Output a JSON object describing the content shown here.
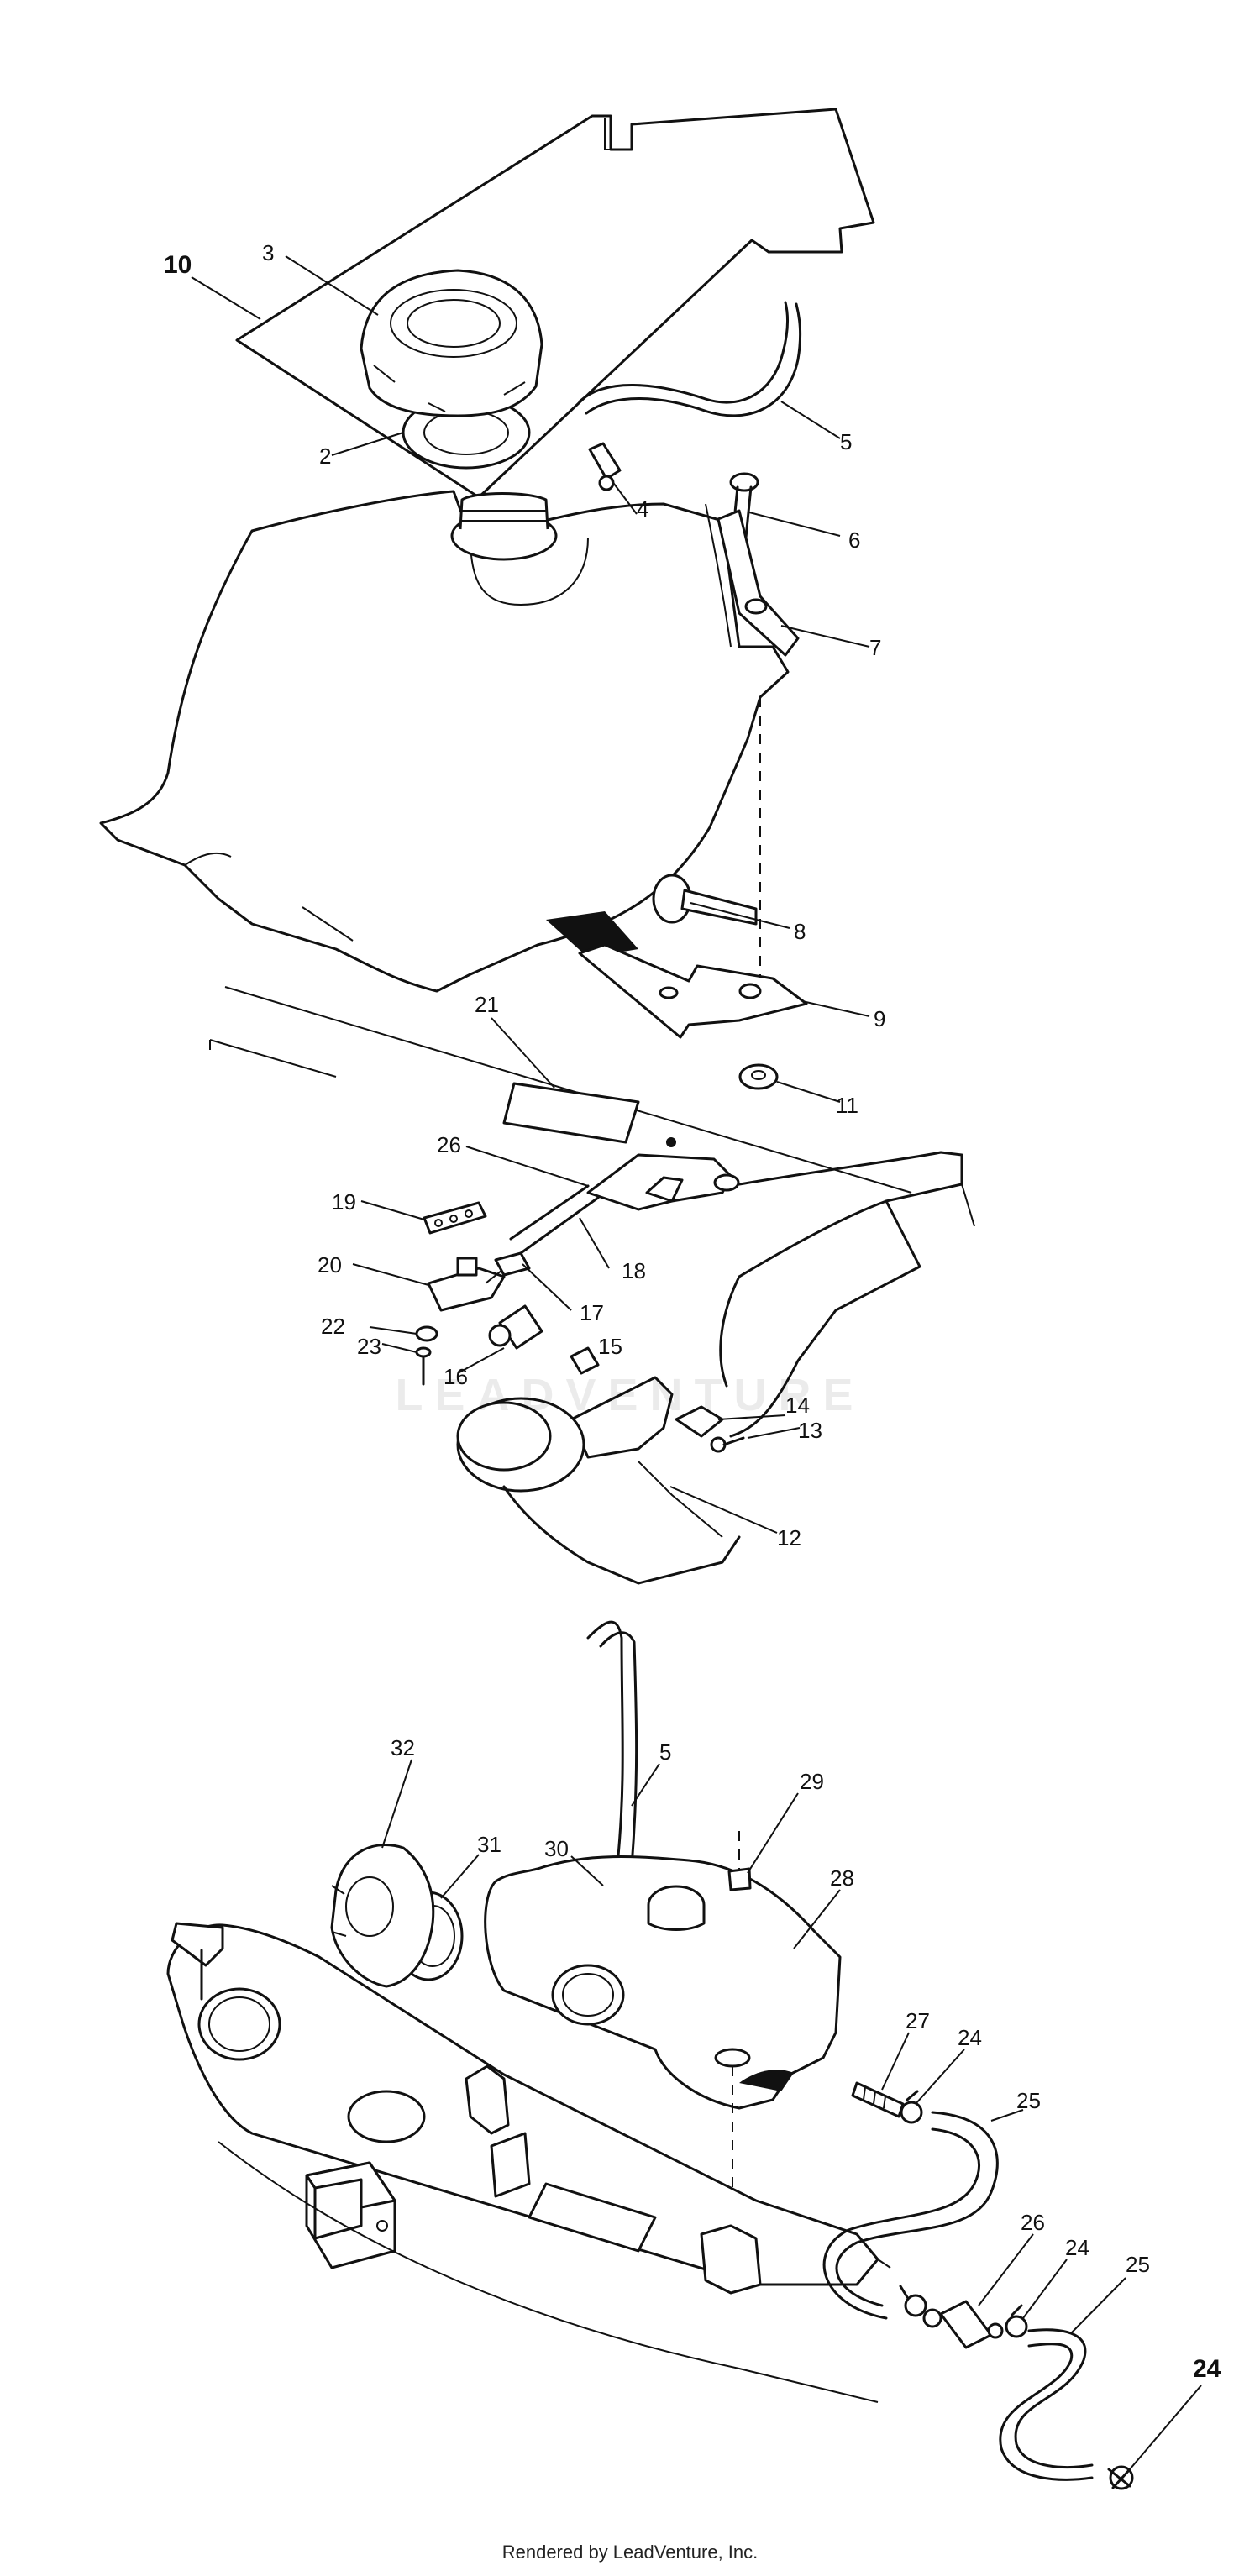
{
  "watermark": "LEADVENTURE",
  "footer": "Rendered by LeadVenture, Inc.",
  "labels": {
    "l10": "10",
    "l3": "3",
    "l2": "2",
    "l5": "5",
    "l4": "4",
    "l6": "6",
    "l7": "7",
    "l8": "8",
    "l9": "9",
    "l11": "11",
    "l21": "21",
    "l26a": "26",
    "l19": "19",
    "l18": "18",
    "l20": "20",
    "l17": "17",
    "l22": "22",
    "l23": "23",
    "l16": "16",
    "l15": "15",
    "l14": "14",
    "l13": "13",
    "l12": "12",
    "l32": "32",
    "l5b": "5",
    "l29": "29",
    "l30": "30",
    "l31": "31",
    "l28": "28",
    "l27": "27",
    "l24a": "24",
    "l25a": "25",
    "l26b": "26",
    "l24b": "24",
    "l25b": "25",
    "l24c": "24"
  }
}
